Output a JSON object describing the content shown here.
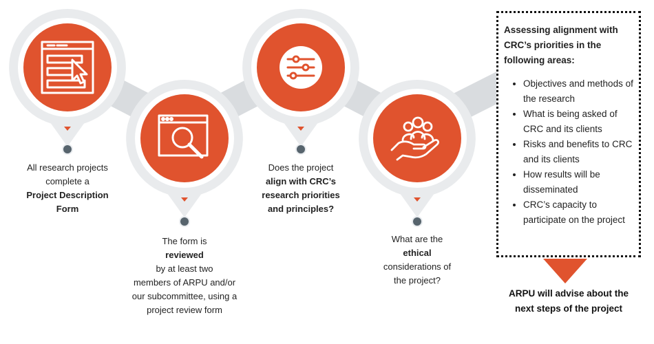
{
  "steps": [
    {
      "icon": "form-cursor-icon",
      "text_parts": [
        {
          "text": "All research projects",
          "bold": false
        },
        {
          "text": "complete a",
          "bold": false
        },
        {
          "text": "Project Description",
          "bold": true
        },
        {
          "text": "Form",
          "bold": true
        }
      ]
    },
    {
      "icon": "magnifier-window-icon",
      "text_parts": [
        {
          "text": "The form is",
          "bold": false
        },
        {
          "text": "reviewed",
          "bold": true
        },
        {
          "text": "by at least two",
          "bold": false
        },
        {
          "text": "members of ARPU and/or",
          "bold": false
        },
        {
          "text": "our subcommittee, using a",
          "bold": false
        },
        {
          "text": "project review form",
          "bold": false
        }
      ]
    },
    {
      "icon": "sliders-icon",
      "text_parts": [
        {
          "text": "Does the project",
          "bold": false
        },
        {
          "text": "align with CRC’s",
          "bold": true
        },
        {
          "text": "research priorities",
          "bold": true
        },
        {
          "text": "and principles?",
          "bold": true
        }
      ]
    },
    {
      "icon": "hand-people-icon",
      "text_parts": [
        {
          "text": "What are the",
          "bold": false
        },
        {
          "text": "ethical",
          "bold": true
        },
        {
          "text": "considerations of",
          "bold": false
        },
        {
          "text": "the project?",
          "bold": false
        }
      ]
    }
  ],
  "alignment_box": {
    "title": "Assessing alignment with CRC’s priorities in the following areas:",
    "items": [
      "Objectives and methods of the research",
      "What is being asked of CRC and its clients",
      "Risks and benefits to CRC and its clients",
      "How results will be disseminated",
      "CRC’s capacity to participate on the project"
    ]
  },
  "outcome": "ARPU will advise about the next steps of the project",
  "colors": {
    "accent": "#e0532e",
    "connector": "#d9dcdf",
    "pin_gray": "#e9ebed",
    "dot": "#57646d"
  }
}
